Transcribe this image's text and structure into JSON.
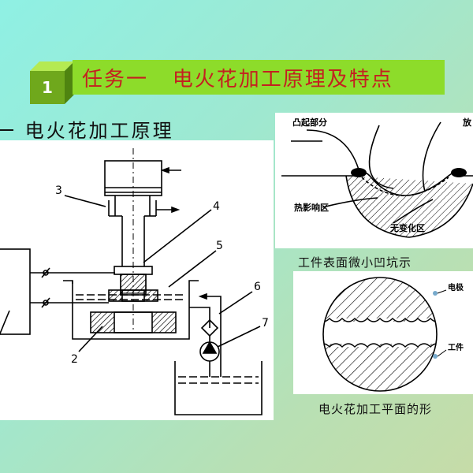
{
  "slide": {
    "badge_number": "1",
    "title": "任务一   电火花加工原理及特点",
    "section_heading": "一  电火花加工原理"
  },
  "diagram_left": {
    "labels": [
      "3",
      "4",
      "5",
      "6",
      "7",
      "2"
    ]
  },
  "diagram_top_right": {
    "labels": {
      "raised": "凸起部分",
      "heat_zone": "热影响区",
      "no_change": "无变化区",
      "top_cut": "放"
    },
    "caption": "工件表面微小凹坑示"
  },
  "diagram_bottom_right": {
    "labels": {
      "electrode": "电极",
      "workpiece": "工件"
    },
    "caption": "电火花加工平面的形"
  },
  "colors": {
    "title_bar": "#8ddc2a",
    "title_text": "#c42020",
    "badge": "#8fd12c"
  }
}
